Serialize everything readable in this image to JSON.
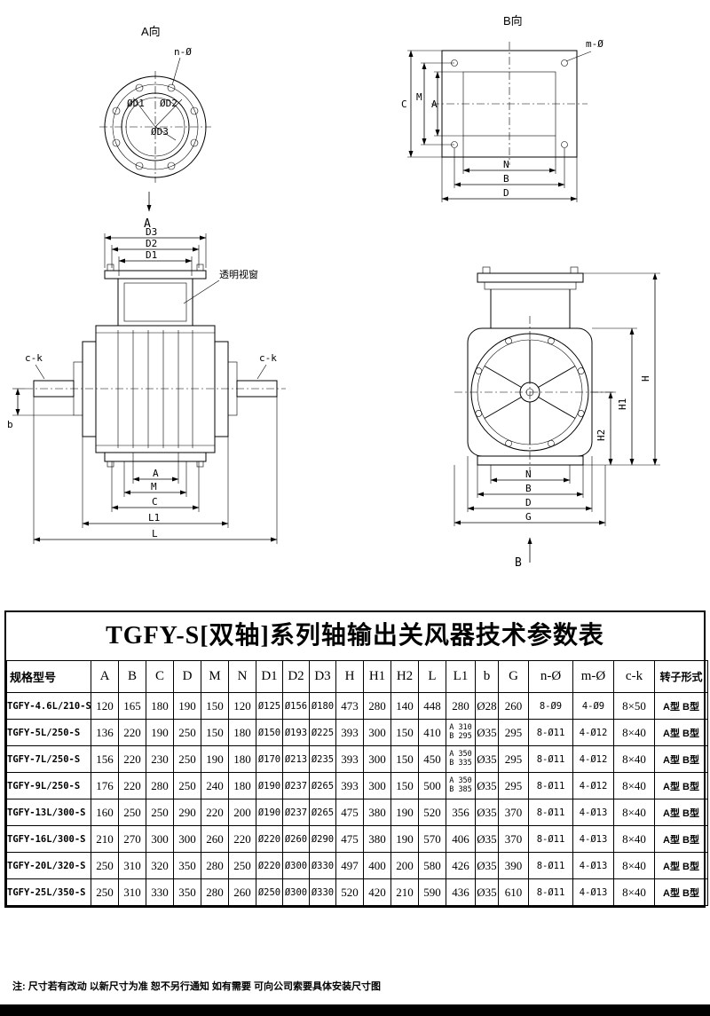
{
  "page": {
    "footnote": "注: 尺寸若有改动 以新尺寸为准 恕不另行通知 如有需要 可向公司索要具体安装尺寸图"
  },
  "drawings": {
    "view_a": {
      "title": "A向",
      "hole_label": "n-Ø",
      "d1": "ØD1",
      "d2": "ØD2",
      "d3": "ØD3",
      "section": "A"
    },
    "view_b": {
      "title": "B向",
      "hole_label": "m-Ø",
      "c": "C",
      "m": "M",
      "a": "A",
      "n": "N",
      "b": "B",
      "d": "D"
    },
    "front": {
      "d3": "D3",
      "d2": "D2",
      "d1": "D1",
      "window": "透明视窗",
      "ck_left": "c-k",
      "ck_right": "c-k",
      "b": "b",
      "a": "A",
      "m": "M",
      "c": "C",
      "l1": "L1",
      "l": "L"
    },
    "side": {
      "h": "H",
      "h1": "H1",
      "h2": "H2",
      "n": "N",
      "b": "B",
      "d": "D",
      "g": "G",
      "section": "B"
    }
  },
  "table": {
    "title": "TGFY-S[双轴]系列轴输出关风器技术参数表",
    "headers": [
      "规格型号",
      "A",
      "B",
      "C",
      "D",
      "M",
      "N",
      "D1",
      "D2",
      "D3",
      "H",
      "H1",
      "H2",
      "L",
      "L1",
      "b",
      "G",
      "n-Ø",
      "m-Ø",
      "c-k",
      "转子形式"
    ],
    "rows": [
      [
        "TGFY-4.6L/210-S",
        "120",
        "165",
        "180",
        "190",
        "150",
        "120",
        "Ø125",
        "Ø156",
        "Ø180",
        "473",
        "280",
        "140",
        "448",
        "280",
        "Ø28",
        "260",
        "8-Ø9",
        "4-Ø9",
        "8×50",
        "A型 B型"
      ],
      [
        "TGFY-5L/250-S",
        "136",
        "220",
        "190",
        "250",
        "150",
        "180",
        "Ø150",
        "Ø193",
        "Ø225",
        "393",
        "300",
        "150",
        "410",
        "A 310\nB 295",
        "Ø35",
        "295",
        "8-Ø11",
        "4-Ø12",
        "8×40",
        "A型 B型"
      ],
      [
        "TGFY-7L/250-S",
        "156",
        "220",
        "230",
        "250",
        "190",
        "180",
        "Ø170",
        "Ø213",
        "Ø235",
        "393",
        "300",
        "150",
        "450",
        "A 350\nB 335",
        "Ø35",
        "295",
        "8-Ø11",
        "4-Ø12",
        "8×40",
        "A型 B型"
      ],
      [
        "TGFY-9L/250-S",
        "176",
        "220",
        "280",
        "250",
        "240",
        "180",
        "Ø190",
        "Ø237",
        "Ø265",
        "393",
        "300",
        "150",
        "500",
        "A 350\nB 385",
        "Ø35",
        "295",
        "8-Ø11",
        "4-Ø12",
        "8×40",
        "A型 B型"
      ],
      [
        "TGFY-13L/300-S",
        "160",
        "250",
        "250",
        "290",
        "220",
        "200",
        "Ø190",
        "Ø237",
        "Ø265",
        "475",
        "380",
        "190",
        "520",
        "356",
        "Ø35",
        "370",
        "8-Ø11",
        "4-Ø13",
        "8×40",
        "A型 B型"
      ],
      [
        "TGFY-16L/300-S",
        "210",
        "270",
        "300",
        "300",
        "260",
        "220",
        "Ø220",
        "Ø260",
        "Ø290",
        "475",
        "380",
        "190",
        "570",
        "406",
        "Ø35",
        "370",
        "8-Ø11",
        "4-Ø13",
        "8×40",
        "A型 B型"
      ],
      [
        "TGFY-20L/320-S",
        "250",
        "310",
        "320",
        "350",
        "280",
        "250",
        "Ø220",
        "Ø300",
        "Ø330",
        "497",
        "400",
        "200",
        "580",
        "426",
        "Ø35",
        "390",
        "8-Ø11",
        "4-Ø13",
        "8×40",
        "A型 B型"
      ],
      [
        "TGFY-25L/350-S",
        "250",
        "310",
        "330",
        "350",
        "280",
        "260",
        "Ø250",
        "Ø300",
        "Ø330",
        "520",
        "420",
        "210",
        "590",
        "436",
        "Ø35",
        "610",
        "8-Ø11",
        "4-Ø13",
        "8×40",
        "A型 B型"
      ]
    ]
  }
}
